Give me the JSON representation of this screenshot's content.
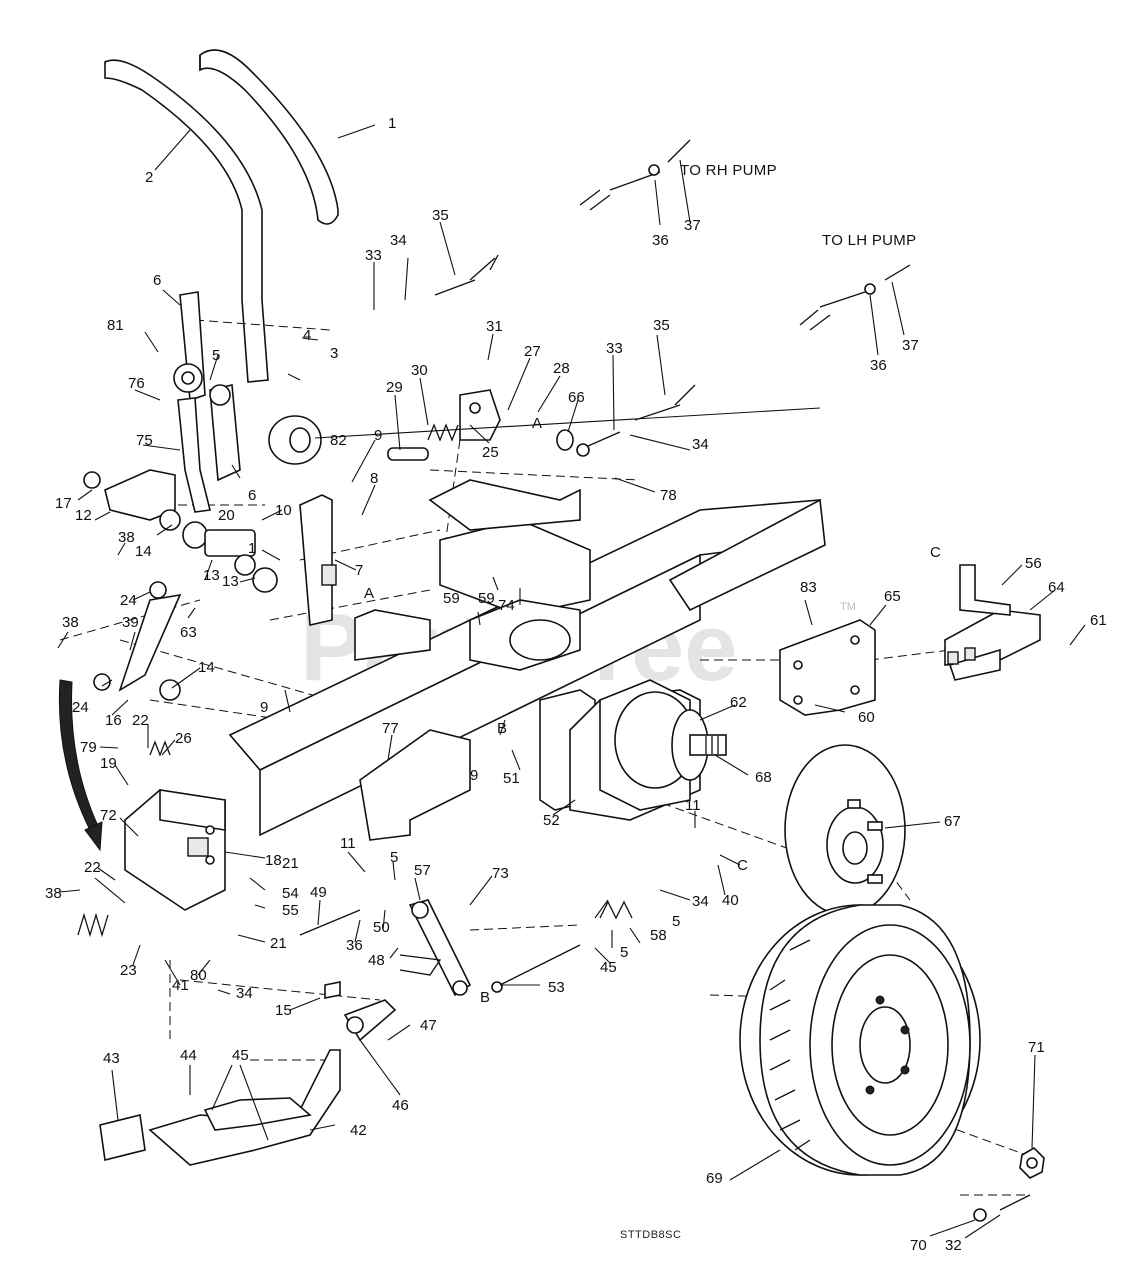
{
  "diagram": {
    "watermark": "PartsTree",
    "watermark_tm": "TM",
    "drawing_code": "STTDB8SC",
    "notes": {
      "rh_pump": "TO RH PUMP",
      "lh_pump": "TO LH PUMP"
    },
    "ref_letters": {
      "a_top": "A",
      "a_mid": "A",
      "b_plate": "B",
      "b_bottom": "B",
      "c_pin": "C",
      "c_right": "C"
    },
    "callouts": {
      "c1": "1",
      "c2": "2",
      "c3": "3",
      "c4": "4",
      "c5": "5",
      "c6a": "6",
      "c6b": "6",
      "c7": "7",
      "c8": "8",
      "c9a": "9",
      "c9b": "9",
      "c9c": "9",
      "c10": "10",
      "c11a": "11",
      "c11b": "11",
      "c12": "12",
      "c13a": "13",
      "c13b": "13",
      "c14a": "14",
      "c14b": "14",
      "c15": "15",
      "c16": "16",
      "c17": "17",
      "c18": "18",
      "c19": "19",
      "c20": "20",
      "c21a": "21",
      "c21b": "21",
      "c22a": "22",
      "c22b": "22",
      "c23": "23",
      "c24a": "24",
      "c24b": "24",
      "c25": "25",
      "c26": "26",
      "c27": "27",
      "c28": "28",
      "c29": "29",
      "c30": "30",
      "c31": "31",
      "c32": "32",
      "c33a": "33",
      "c33b": "33",
      "c34a": "34",
      "c34b": "34",
      "c34c": "34",
      "c34d": "34",
      "c35a": "35",
      "c35b": "35",
      "c36a": "36",
      "c36b": "36",
      "c36c": "36",
      "c37a": "37",
      "c37b": "37",
      "c38a": "38",
      "c38b": "38",
      "c38c": "38",
      "c39": "39",
      "c40": "40",
      "c41": "41",
      "c42": "42",
      "c43": "43",
      "c44": "44",
      "c45a": "45",
      "c45b": "45",
      "c46": "46",
      "c47": "47",
      "c48": "48",
      "c49": "49",
      "c50": "50",
      "c51": "51",
      "c52": "52",
      "c53": "53",
      "c54": "54",
      "c55": "55",
      "c56": "56",
      "c57": "57",
      "c58": "58",
      "c59a": "59",
      "c59b": "59",
      "c60": "60",
      "c61": "61",
      "c62": "62",
      "c63": "63",
      "c64": "64",
      "c65": "65",
      "c66": "66",
      "c67": "67",
      "c68": "68",
      "c69": "69",
      "c70": "70",
      "c71": "71",
      "c72": "72",
      "c73": "73",
      "c74": "74",
      "c75": "75",
      "c76": "76",
      "c77": "77",
      "c78": "78",
      "c79": "79",
      "c80": "80",
      "c81": "81",
      "c82": "82",
      "c83": "83",
      "c5b": "5",
      "c5c": "5",
      "c5d": "5",
      "c1b": "1"
    }
  }
}
